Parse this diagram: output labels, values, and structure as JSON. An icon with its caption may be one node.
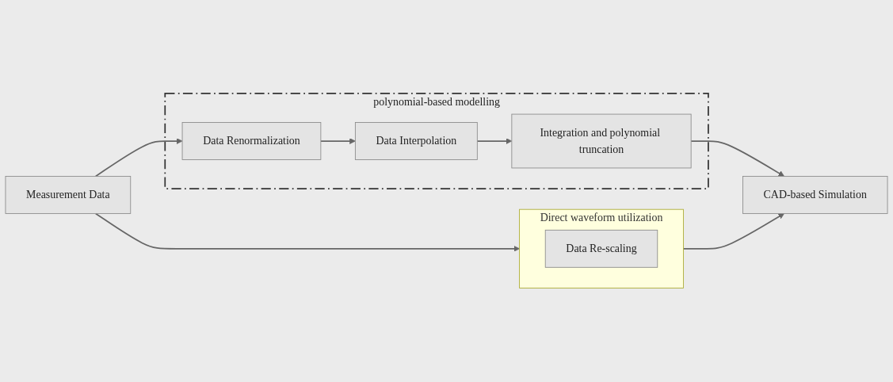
{
  "diagram": {
    "nodes": [
      {
        "text": [
          "Measurement Data"
        ]
      },
      {
        "text": [
          "Direct waveform utilization"
        ]
      },
      {
        "text": [
          "Data Re-scaling"
        ],
        "in": 1
      },
      {
        "text": [
          "polynomial-based modelling"
        ]
      },
      {
        "text": [
          "Data Renormalization"
        ],
        "in": 3
      },
      {
        "text": [
          "Data Interpolation"
        ],
        "in": 3
      },
      {
        "text": [
          "Integration and polynomial truncation"
        ],
        "in": 3
      },
      {
        "text": [
          "CAD-based Simulation"
        ]
      }
    ],
    "edges": [
      {
        "from": 0,
        "to": 1,
        "arrow": "to"
      },
      {
        "from": 1,
        "to": 7,
        "arrow": "to"
      },
      {
        "from": 0,
        "to": 4,
        "arrow": "to"
      },
      {
        "from": 4,
        "to": 5,
        "arrow": "to"
      },
      {
        "from": 5,
        "to": 6,
        "arrow": "to"
      },
      {
        "from": 6,
        "to": 7,
        "arrow": "to"
      }
    ]
  }
}
